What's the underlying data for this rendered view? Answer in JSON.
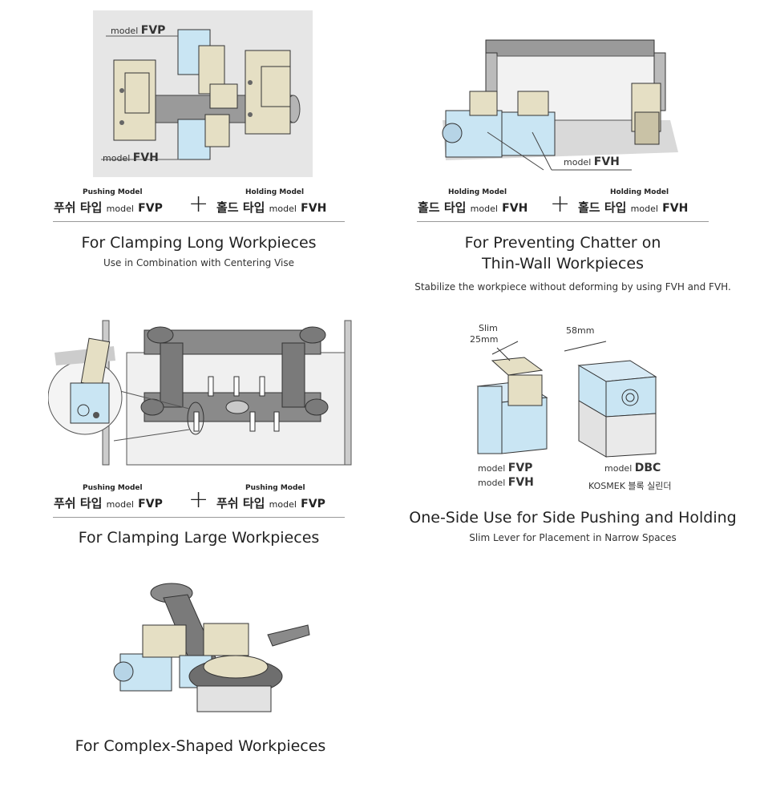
{
  "palette": {
    "cream": "#e5dfc4",
    "blue": "#c9e5f3",
    "gray": "#cfcfcf",
    "dark": "#555555"
  },
  "panel1": {
    "callout_top": {
      "prefix": "model",
      "code": "FVP"
    },
    "callout_bottom": {
      "prefix": "model",
      "code": "FVH"
    },
    "left_small": "Pushing Model",
    "right_small": "Holding Model",
    "left_kr": "푸쉬 타입",
    "left_model": "model",
    "left_code": "FVP",
    "plus": "+",
    "right_kr": "홀드 타입",
    "right_model": "model",
    "right_code": "FVH",
    "heading": "For Clamping Long Workpieces",
    "sub": "Use in Combination with Centering Vise"
  },
  "panel2": {
    "callout": {
      "prefix": "model",
      "code": "FVH"
    },
    "left_small": "Holding Model",
    "right_small": "Holding Model",
    "left_kr": "홀드 타입",
    "left_model": "model",
    "left_code": "FVH",
    "plus": "+",
    "right_kr": "홀드 타입",
    "right_model": "model",
    "right_code": "FVH",
    "heading1": "For Preventing Chatter on",
    "heading2": "Thin-Wall Workpieces",
    "sub": "Stabilize the workpiece without deforming by using FVH and FVH."
  },
  "panel3": {
    "left_small": "Pushing Model",
    "right_small": "Pushing Model",
    "left_kr": "푸쉬 타입",
    "left_model": "model",
    "left_code": "FVP",
    "plus": "+",
    "right_kr": "푸쉬 타입",
    "right_model": "model",
    "right_code": "FVP",
    "heading": "For Clamping Large Workpieces"
  },
  "panel4": {
    "dim_slim": "Slim",
    "dim_25": "25mm",
    "dim_58": "58mm",
    "left_model1": "model",
    "left_code1": "FVP",
    "left_model2": "model",
    "left_code2": "FVH",
    "right_model": "model",
    "right_code": "DBC",
    "right_caption": "KOSMEK 블록 실린더",
    "heading": "One-Side Use for Side Pushing and Holding",
    "sub": "Slim Lever for Placement in Narrow Spaces"
  },
  "panel5": {
    "heading": "For Complex-Shaped Workpieces"
  }
}
